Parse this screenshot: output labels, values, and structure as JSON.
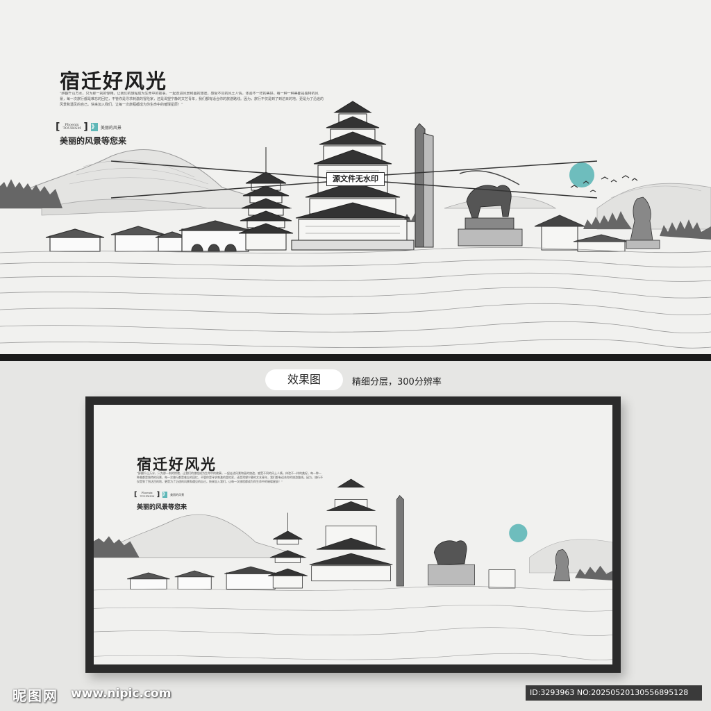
{
  "poster": {
    "title": "宿迁好风光",
    "intro": "“醉翻千山万水，只为那一刹的惊艳，让我们的旅程成为生命中的故事。一起走进风景和画的旅途，感受不同的风土人情，体验不一样的美好。每一种一种美都是独特的风景，每一次旅行都是难忘的回忆，不管你是寻求刺激的冒险家，还是渴望宁静的文艺青年，我们都有适合你的旅游路线。因为，旅行不仅是到了到达目的地，更是为了沿途的风景和遇见的自己。快来加入我们，让每一次旅程都成为你生命中的璀璨星辰！”",
    "badge_bracket_left": "[",
    "badge_bracket_right": "]",
    "badge_en": "Phoenix TOURISM",
    "badge_mark": "》",
    "badge_small": "美丽的风景",
    "slogan": "美丽的风景等您来",
    "watermark": "源文件无水印"
  },
  "mockup": {
    "label": "效果图",
    "note": "精细分层，300分辨率"
  },
  "footer": {
    "logo": "昵图网",
    "site": "www.nipic.com",
    "id_text": "ID:3293963 NO:20250520130556895128"
  },
  "colors": {
    "accent_sun": "#5fb7b7",
    "frame": "#2b2b2b",
    "ink": "#2a2a2a"
  }
}
